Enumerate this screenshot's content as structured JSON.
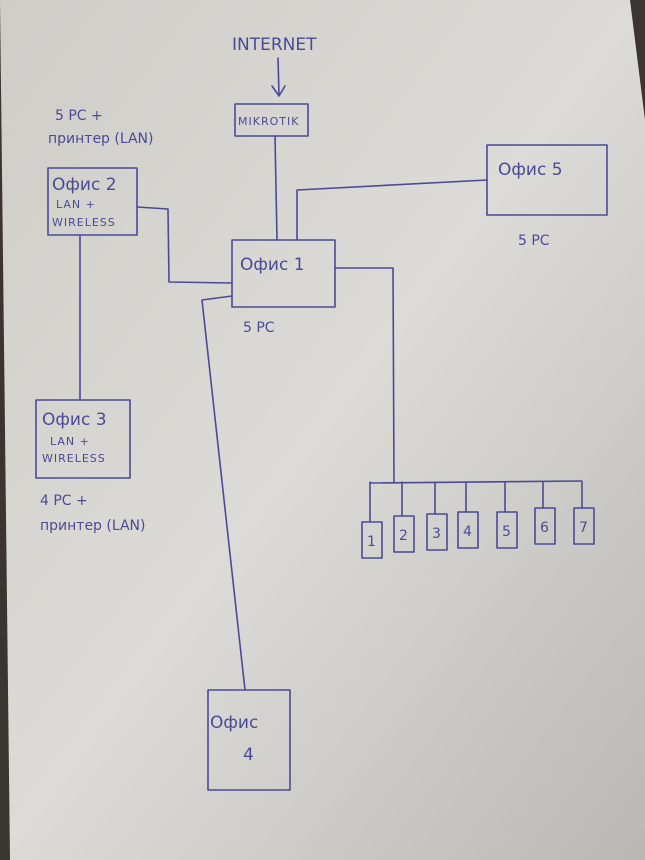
{
  "colors": {
    "ink": "#4a4b96",
    "paper": "#d6d5d1",
    "background": "#3a3530"
  },
  "internet": "INTERNET",
  "router": "MIKROTIK",
  "offices": {
    "office1": {
      "title": "Офис 1",
      "note": "5 PC"
    },
    "office2": {
      "title": "Офис 2",
      "line1": "LAN +",
      "line2": "WIRELESS",
      "note1": "5 PC +",
      "note2": "принтер (LAN)"
    },
    "office3": {
      "title": "Офис 3",
      "line1": "LAN +",
      "line2": "WIRELESS",
      "note1": "4 PC +",
      "note2": "принтер (LAN)"
    },
    "office4": {
      "title": "Офис",
      "line1": "4"
    },
    "office5": {
      "title": "Офис 5",
      "note": "5 PC"
    }
  },
  "devices": [
    "1",
    "2",
    "3",
    "4",
    "5",
    "6",
    "7"
  ]
}
